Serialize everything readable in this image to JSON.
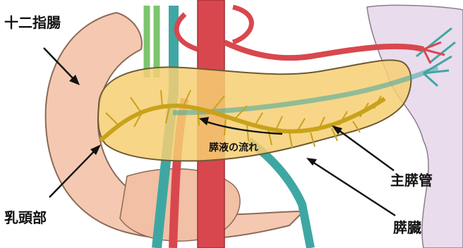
{
  "labels": {
    "duodenum": "十二指腸",
    "papilla": "乳頭部",
    "main_duct": "主膵管",
    "pancreas": "膵臓",
    "juice_flow": "膵液の流れ"
  },
  "colors": {
    "duodenum_fill": "#f5c9b1",
    "duodenum_outline": "#8a6a58",
    "pancreas_fill": "#f6cf73",
    "pancreas_outline": "#6e5a32",
    "duct": "#c9a21a",
    "artery": "#d9474e",
    "vein": "#3fa7a3",
    "green_vessel": "#7cc56e",
    "spleen": "#e9dced",
    "arrow": "#111111"
  }
}
